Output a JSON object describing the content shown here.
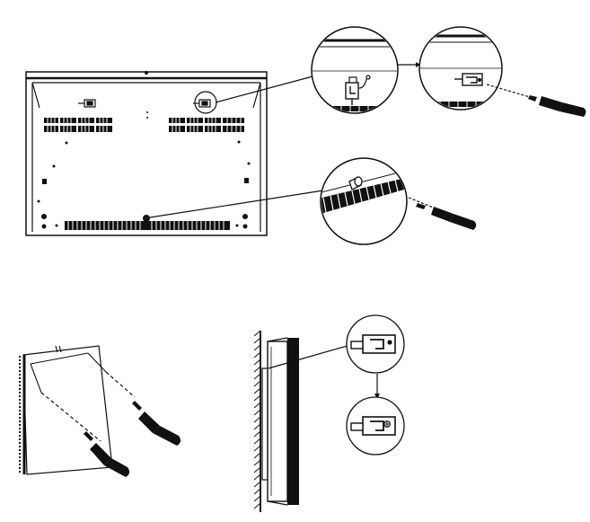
{
  "figure": {
    "background": "#ffffff",
    "ink_color": "#111111",
    "steps": [
      {
        "id": "back-panel-overview",
        "icons": [
          "bracket-icon",
          "screw-icon",
          "vent-slots"
        ]
      },
      {
        "id": "bracket-detail-zoom",
        "icons": [
          "magnifier-circle-icon",
          "bracket-icon",
          "screwdriver-icon"
        ]
      },
      {
        "id": "vent-screw-zoom",
        "icons": [
          "magnifier-circle-icon",
          "screw-icon",
          "screwdriver-icon"
        ]
      },
      {
        "id": "wall-drilling",
        "icons": [
          "wall-panel-icon",
          "screwdriver-icon"
        ]
      },
      {
        "id": "side-mount-view",
        "icons": [
          "wall-hatch-icon",
          "heater-side-icon",
          "bracket-icon",
          "arrow-down-icon"
        ]
      }
    ]
  }
}
